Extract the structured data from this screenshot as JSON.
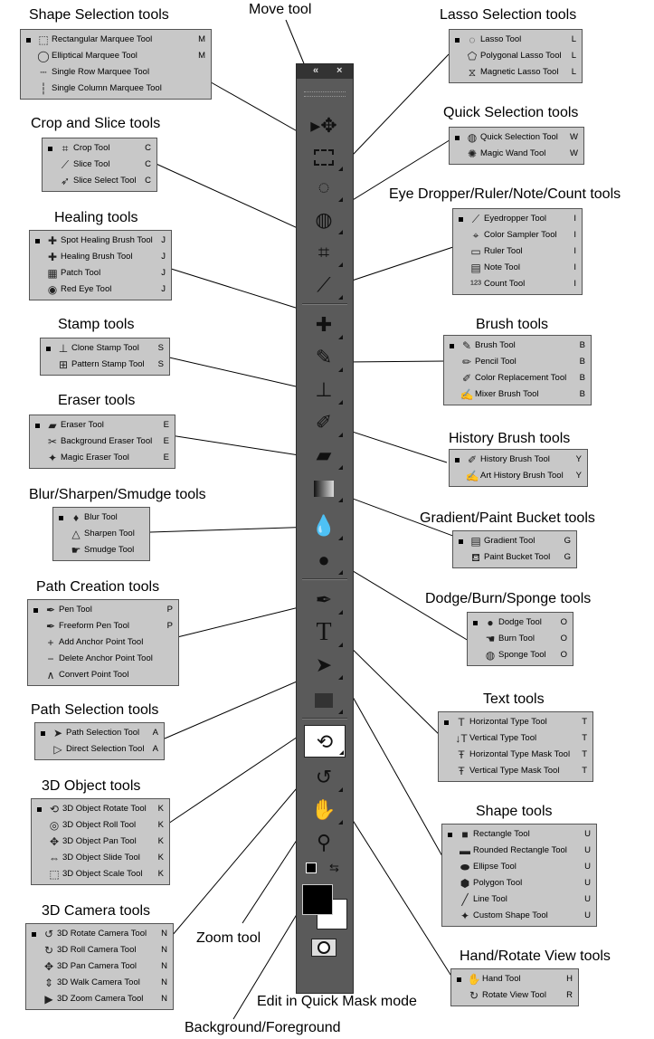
{
  "toolbar": {
    "collapse_icon": "double-chevron-left-icon",
    "close_icon": "close-icon"
  },
  "callouts": {
    "move": "Move tool",
    "zoom": "Zoom tool",
    "quickmask": "Edit in Quick Mask mode",
    "bgfg": "Background/Foreground"
  },
  "groups": [
    {
      "id": "shape-selection",
      "title": "Shape Selection tools",
      "items": [
        {
          "name": "Rectangular Marquee Tool",
          "shortcut": "M",
          "icon": "rect-marquee-icon",
          "active": true
        },
        {
          "name": "Elliptical Marquee Tool",
          "shortcut": "M",
          "icon": "ellipse-marquee-icon"
        },
        {
          "name": "Single Row Marquee Tool",
          "shortcut": "",
          "icon": "single-row-marquee-icon"
        },
        {
          "name": "Single Column Marquee Tool",
          "shortcut": "",
          "icon": "single-column-marquee-icon"
        }
      ]
    },
    {
      "id": "crop-slice",
      "title": "Crop and Slice tools",
      "items": [
        {
          "name": "Crop Tool",
          "shortcut": "C",
          "icon": "crop-icon",
          "active": true
        },
        {
          "name": "Slice Tool",
          "shortcut": "C",
          "icon": "slice-icon"
        },
        {
          "name": "Slice Select Tool",
          "shortcut": "C",
          "icon": "slice-select-icon"
        }
      ]
    },
    {
      "id": "healing",
      "title": "Healing tools",
      "items": [
        {
          "name": "Spot Healing Brush Tool",
          "shortcut": "J",
          "icon": "spot-healing-icon",
          "active": true
        },
        {
          "name": "Healing Brush Tool",
          "shortcut": "J",
          "icon": "bandage-icon"
        },
        {
          "name": "Patch Tool",
          "shortcut": "J",
          "icon": "patch-icon"
        },
        {
          "name": "Red Eye Tool",
          "shortcut": "J",
          "icon": "red-eye-icon"
        }
      ]
    },
    {
      "id": "stamp",
      "title": "Stamp tools",
      "items": [
        {
          "name": "Clone Stamp Tool",
          "shortcut": "S",
          "icon": "stamp-icon",
          "active": true
        },
        {
          "name": "Pattern Stamp Tool",
          "shortcut": "S",
          "icon": "pattern-stamp-icon"
        }
      ]
    },
    {
      "id": "eraser",
      "title": "Eraser tools",
      "items": [
        {
          "name": "Eraser Tool",
          "shortcut": "E",
          "icon": "eraser-icon",
          "active": true
        },
        {
          "name": "Background Eraser Tool",
          "shortcut": "E",
          "icon": "background-eraser-icon"
        },
        {
          "name": "Magic Eraser Tool",
          "shortcut": "E",
          "icon": "magic-eraser-icon"
        }
      ]
    },
    {
      "id": "blur",
      "title": "Blur/Sharpen/Smudge tools",
      "items": [
        {
          "name": "Blur Tool",
          "shortcut": "",
          "icon": "drop-icon",
          "active": true
        },
        {
          "name": "Sharpen Tool",
          "shortcut": "",
          "icon": "triangle-icon"
        },
        {
          "name": "Smudge Tool",
          "shortcut": "",
          "icon": "finger-icon"
        }
      ]
    },
    {
      "id": "path-creation",
      "title": "Path Creation tools",
      "items": [
        {
          "name": "Pen Tool",
          "shortcut": "P",
          "icon": "pen-icon",
          "active": true
        },
        {
          "name": "Freeform Pen Tool",
          "shortcut": "P",
          "icon": "freeform-pen-icon"
        },
        {
          "name": "Add Anchor Point Tool",
          "shortcut": "",
          "icon": "add-anchor-icon"
        },
        {
          "name": "Delete Anchor Point Tool",
          "shortcut": "",
          "icon": "delete-anchor-icon"
        },
        {
          "name": "Convert Point Tool",
          "shortcut": "",
          "icon": "convert-point-icon"
        }
      ]
    },
    {
      "id": "path-selection",
      "title": "Path Selection tools",
      "items": [
        {
          "name": "Path Selection Tool",
          "shortcut": "A",
          "icon": "black-arrow-icon",
          "active": true
        },
        {
          "name": "Direct Selection Tool",
          "shortcut": "A",
          "icon": "white-arrow-icon"
        }
      ]
    },
    {
      "id": "3d-object",
      "title": "3D Object tools",
      "items": [
        {
          "name": "3D Object Rotate Tool",
          "shortcut": "K",
          "icon": "3d-rotate-icon",
          "active": true
        },
        {
          "name": "3D Object Roll Tool",
          "shortcut": "K",
          "icon": "3d-roll-icon"
        },
        {
          "name": "3D Object Pan Tool",
          "shortcut": "K",
          "icon": "3d-pan-icon"
        },
        {
          "name": "3D Object Slide Tool",
          "shortcut": "K",
          "icon": "3d-slide-icon"
        },
        {
          "name": "3D Object Scale Tool",
          "shortcut": "K",
          "icon": "3d-scale-icon"
        }
      ]
    },
    {
      "id": "3d-camera",
      "title": "3D Camera tools",
      "items": [
        {
          "name": "3D Rotate Camera Tool",
          "shortcut": "N",
          "icon": "camera-rotate-icon",
          "active": true
        },
        {
          "name": "3D Roll Camera Tool",
          "shortcut": "N",
          "icon": "camera-roll-icon"
        },
        {
          "name": "3D Pan Camera Tool",
          "shortcut": "N",
          "icon": "camera-pan-icon"
        },
        {
          "name": "3D Walk Camera Tool",
          "shortcut": "N",
          "icon": "camera-walk-icon"
        },
        {
          "name": "3D Zoom Camera Tool",
          "shortcut": "N",
          "icon": "camera-zoom-icon"
        }
      ]
    },
    {
      "id": "lasso",
      "title": "Lasso Selection tools",
      "items": [
        {
          "name": "Lasso Tool",
          "shortcut": "L",
          "icon": "lasso-icon",
          "active": true
        },
        {
          "name": "Polygonal Lasso Tool",
          "shortcut": "L",
          "icon": "polygonal-lasso-icon"
        },
        {
          "name": "Magnetic Lasso Tool",
          "shortcut": "L",
          "icon": "magnetic-lasso-icon"
        }
      ]
    },
    {
      "id": "quick-selection",
      "title": "Quick Selection tools",
      "items": [
        {
          "name": "Quick Selection Tool",
          "shortcut": "W",
          "icon": "quick-selection-icon",
          "active": true
        },
        {
          "name": "Magic Wand Tool",
          "shortcut": "W",
          "icon": "magic-wand-icon"
        }
      ]
    },
    {
      "id": "eyedropper",
      "title": "Eye Dropper/Ruler/Note/Count tools",
      "items": [
        {
          "name": "Eyedropper Tool",
          "shortcut": "I",
          "icon": "eyedropper-icon",
          "active": true
        },
        {
          "name": "Color Sampler Tool",
          "shortcut": "I",
          "icon": "color-sampler-icon"
        },
        {
          "name": "Ruler Tool",
          "shortcut": "I",
          "icon": "ruler-icon"
        },
        {
          "name": "Note Tool",
          "shortcut": "I",
          "icon": "note-icon"
        },
        {
          "name": "Count Tool",
          "shortcut": "I",
          "icon": "count-icon"
        }
      ]
    },
    {
      "id": "brush",
      "title": "Brush tools",
      "items": [
        {
          "name": "Brush Tool",
          "shortcut": "B",
          "icon": "brush-icon",
          "active": true
        },
        {
          "name": "Pencil Tool",
          "shortcut": "B",
          "icon": "pencil-icon"
        },
        {
          "name": "Color Replacement Tool",
          "shortcut": "B",
          "icon": "color-replacement-icon"
        },
        {
          "name": "Mixer Brush Tool",
          "shortcut": "B",
          "icon": "mixer-brush-icon"
        }
      ]
    },
    {
      "id": "history-brush",
      "title": "History Brush tools",
      "items": [
        {
          "name": "History Brush Tool",
          "shortcut": "Y",
          "icon": "history-brush-icon",
          "active": true
        },
        {
          "name": "Art History Brush Tool",
          "shortcut": "Y",
          "icon": "art-history-brush-icon"
        }
      ]
    },
    {
      "id": "gradient",
      "title": "Gradient/Paint Bucket tools",
      "items": [
        {
          "name": "Gradient Tool",
          "shortcut": "G",
          "icon": "gradient-icon",
          "active": true
        },
        {
          "name": "Paint Bucket Tool",
          "shortcut": "G",
          "icon": "paint-bucket-icon"
        }
      ]
    },
    {
      "id": "dodge",
      "title": "Dodge/Burn/Sponge tools",
      "items": [
        {
          "name": "Dodge Tool",
          "shortcut": "O",
          "icon": "dodge-icon",
          "active": true
        },
        {
          "name": "Burn Tool",
          "shortcut": "O",
          "icon": "burn-icon"
        },
        {
          "name": "Sponge Tool",
          "shortcut": "O",
          "icon": "sponge-icon"
        }
      ]
    },
    {
      "id": "text",
      "title": "Text tools",
      "items": [
        {
          "name": "Horizontal Type Tool",
          "shortcut": "T",
          "icon": "type-icon",
          "active": true
        },
        {
          "name": "Vertical Type Tool",
          "shortcut": "T",
          "icon": "vertical-type-icon"
        },
        {
          "name": "Horizontal Type Mask Tool",
          "shortcut": "T",
          "icon": "type-mask-icon"
        },
        {
          "name": "Vertical Type Mask Tool",
          "shortcut": "T",
          "icon": "vertical-type-mask-icon"
        }
      ]
    },
    {
      "id": "shape",
      "title": "Shape tools",
      "items": [
        {
          "name": "Rectangle Tool",
          "shortcut": "U",
          "icon": "rectangle-icon",
          "active": true
        },
        {
          "name": "Rounded Rectangle Tool",
          "shortcut": "U",
          "icon": "rounded-rectangle-icon"
        },
        {
          "name": "Ellipse Tool",
          "shortcut": "U",
          "icon": "ellipse-icon"
        },
        {
          "name": "Polygon Tool",
          "shortcut": "U",
          "icon": "polygon-icon"
        },
        {
          "name": "Line Tool",
          "shortcut": "U",
          "icon": "line-icon"
        },
        {
          "name": "Custom Shape Tool",
          "shortcut": "U",
          "icon": "custom-shape-icon"
        }
      ]
    },
    {
      "id": "hand",
      "title": "Hand/Rotate View tools",
      "items": [
        {
          "name": "Hand Tool",
          "shortcut": "H",
          "icon": "hand-icon",
          "active": true
        },
        {
          "name": "Rotate View Tool",
          "shortcut": "R",
          "icon": "rotate-view-icon"
        }
      ]
    }
  ]
}
